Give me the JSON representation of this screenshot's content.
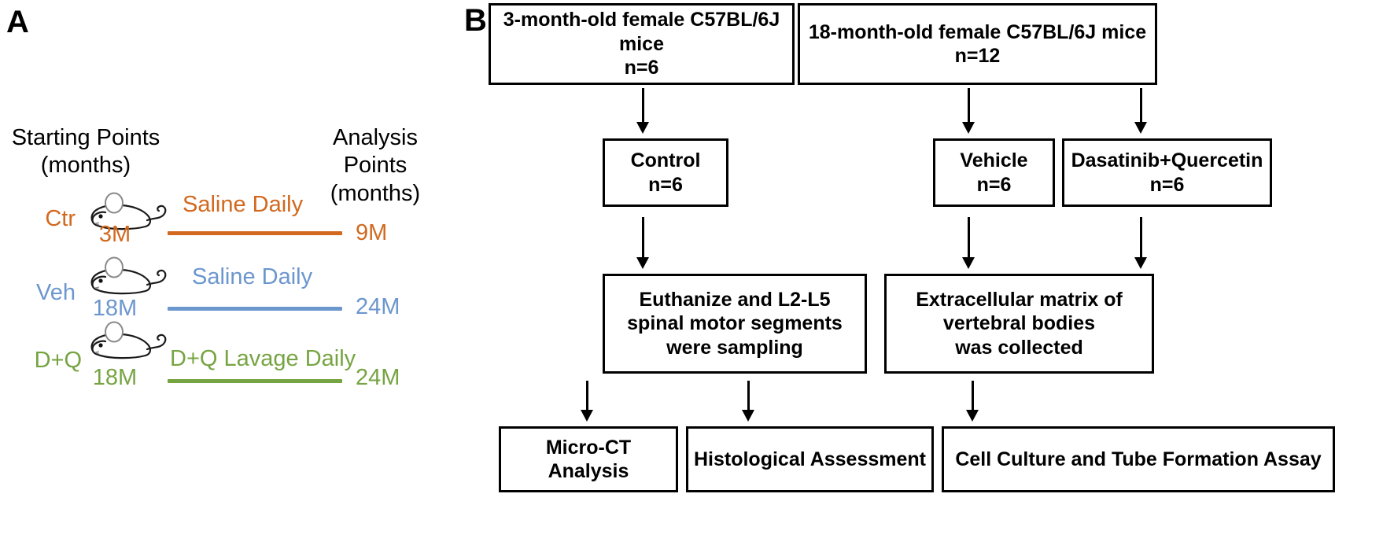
{
  "figure": {
    "panel_a_letter": "A",
    "panel_b_letter": "B"
  },
  "colors": {
    "ctr": "#D2691E",
    "veh": "#6C96CE",
    "dq": "#76A442",
    "box_border": "#000000",
    "text": "#000000"
  },
  "panel_a": {
    "heading_start": "Starting Points\n(months)",
    "heading_analysis": "Analysis Points\n(months)",
    "rows": [
      {
        "group": "Ctr",
        "start_month": "3M",
        "treatment": "Saline Daily",
        "end_month": "9M",
        "color": "#D2691E",
        "mouse_icon": "mouse-icon"
      },
      {
        "group": "Veh",
        "start_month": "18M",
        "treatment": "Saline Daily",
        "end_month": "24M",
        "color": "#6C96CE",
        "mouse_icon": "mouse-icon"
      },
      {
        "group": "D+Q",
        "start_month": "18M",
        "treatment": "D+Q Lavage Daily",
        "end_month": "24M",
        "color": "#76A442",
        "mouse_icon": "mouse-icon"
      }
    ]
  },
  "panel_b": {
    "boxes": {
      "young_cohort": "3-month-old female C57BL/6J mice\nn=6",
      "old_cohort": "18-month-old female C57BL/6J mice\nn=12",
      "control": "Control\nn=6",
      "vehicle": "Vehicle\nn=6",
      "dasatinib_quercetin": "Dasatinib+Quercetin\nn=6",
      "euthanize": "Euthanize and L2-L5\nspinal motor segments\nwere sampling",
      "ecm": "Extracellular matrix of\nvertebral bodies\nwas collected",
      "micro_ct": "Micro-CT Analysis",
      "histology": "Histological Assessment",
      "cell_culture": "Cell Culture and Tube Formation Assay"
    }
  }
}
